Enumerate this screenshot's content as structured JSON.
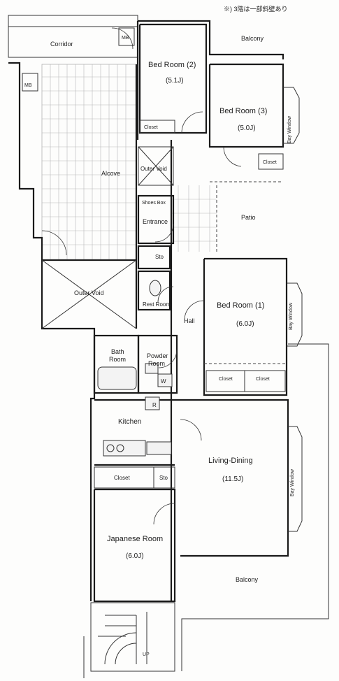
{
  "note": "※) 3階は一部斜壁あり",
  "rooms": {
    "corridor": "Corridor",
    "balcony_top": "Balcony",
    "bedroom2": "Bed Room (2)",
    "bedroom2_size": "(5.1J)",
    "bedroom3": "Bed Room (3)",
    "bedroom3_size": "(5.0J)",
    "alcove": "Alcove",
    "outer_void_upper": "Outer Void",
    "shoes_box": "Shoes Box",
    "entrance": "Entrance",
    "patio": "Patio",
    "sto_upper": "Sto",
    "outer_void_lower": "Outer Void",
    "rest_room": "Rest Room",
    "bedroom1": "Bed Room (1)",
    "bedroom1_size": "(6.0J)",
    "hall": "Hall",
    "bath_room_1": "Bath",
    "bath_room_2": "Room",
    "powder_room_1": "Powder",
    "powder_room_2": "Room",
    "w": "W",
    "closet_b1a": "Closet",
    "closet_b1b": "Closet",
    "closet_b2": "Closet",
    "closet_b3": "Closet",
    "kitchen": "Kitchen",
    "closet_kitchen": "Closet",
    "sto_kitchen": "Sto",
    "r": "R",
    "living_dining": "Living-Dining",
    "living_dining_size": "(11.5J)",
    "japanese_room": "Japanese Room",
    "japanese_room_size": "(6.0J)",
    "balcony_bottom": "Balcony",
    "bay_window_b3": "Bay Window",
    "bay_window_b1": "Bay Window",
    "bay_window_ld": "Bay Window",
    "up_stairs": "UP",
    "mb_top": "MB",
    "mb_left": "MB"
  }
}
